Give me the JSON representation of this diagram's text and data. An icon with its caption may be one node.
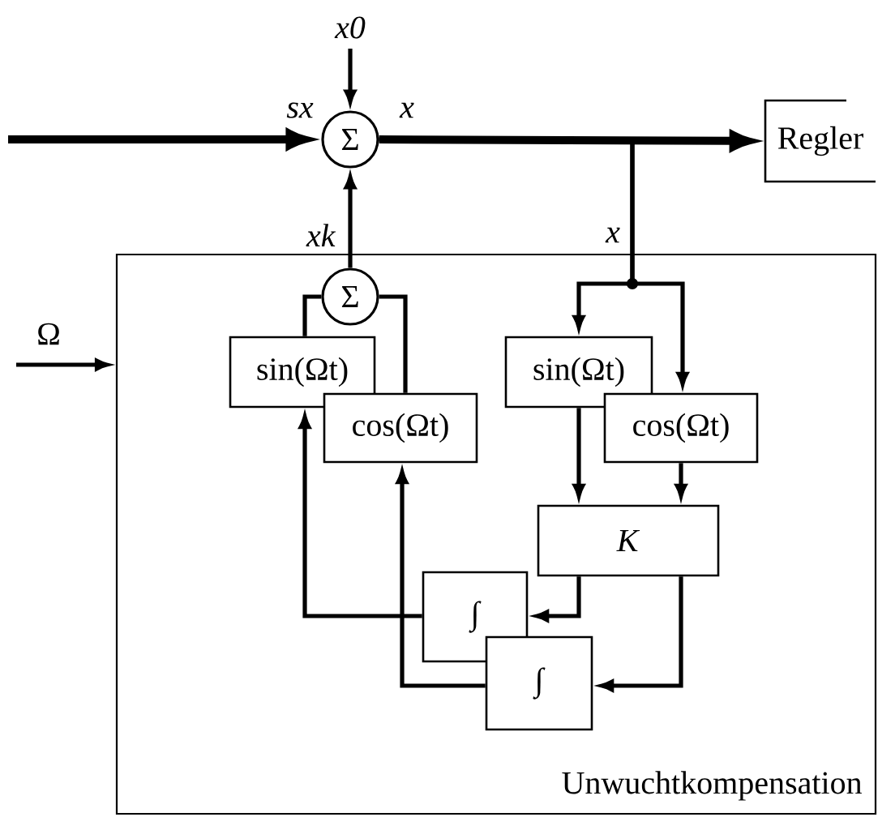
{
  "diagram": {
    "nodes": [
      {
        "text": [
          "Σ"
        ]
      },
      {
        "text": [
          "Regler"
        ]
      },
      {
        "text": [
          "Unwuchtkompensation"
        ]
      },
      {
        "text": [
          "Σ"
        ],
        "in": 2
      },
      {
        "text": [
          "sin(Ωt)"
        ],
        "in": 2
      },
      {
        "text": [
          "cos(Ωt)"
        ],
        "in": 2
      },
      {
        "text": [
          "sin(Ωt)"
        ],
        "in": 2
      },
      {
        "text": [
          "cos(Ωt)"
        ],
        "in": 2
      },
      {
        "text": [
          "*K*"
        ],
        "in": 2
      },
      {
        "text": [
          "∫"
        ],
        "in": 2
      },
      {
        "text": [
          "∫"
        ],
        "in": 2
      }
    ],
    "edges": [
      {
        "from": null,
        "to": 0,
        "arrow": "to",
        "label": "*sx*",
        "style": "thick"
      },
      {
        "from": null,
        "to": 0,
        "arrow": "to",
        "label": "*x0*"
      },
      {
        "from": 0,
        "to": 1,
        "arrow": "to",
        "label": "*x*",
        "style": "thick"
      },
      {
        "from": 3,
        "to": 0,
        "arrow": "to",
        "label": "*xk*"
      },
      {
        "from": 0,
        "to": 6,
        "arrow": "to",
        "label": "*x*"
      },
      {
        "from": 0,
        "to": 7,
        "arrow": "to"
      },
      {
        "from": null,
        "to": 2,
        "arrow": "to",
        "label": "Ω"
      },
      {
        "from": 4,
        "to": 3,
        "arrow": "none"
      },
      {
        "from": 5,
        "to": 3,
        "arrow": "none"
      },
      {
        "from": 6,
        "to": 8,
        "arrow": "to"
      },
      {
        "from": 7,
        "to": 8,
        "arrow": "to"
      },
      {
        "from": 8,
        "to": 9,
        "arrow": "to"
      },
      {
        "from": 8,
        "to": 10,
        "arrow": "to"
      },
      {
        "from": 9,
        "to": 4,
        "arrow": "to"
      },
      {
        "from": 10,
        "to": 5,
        "arrow": "to"
      }
    ]
  }
}
